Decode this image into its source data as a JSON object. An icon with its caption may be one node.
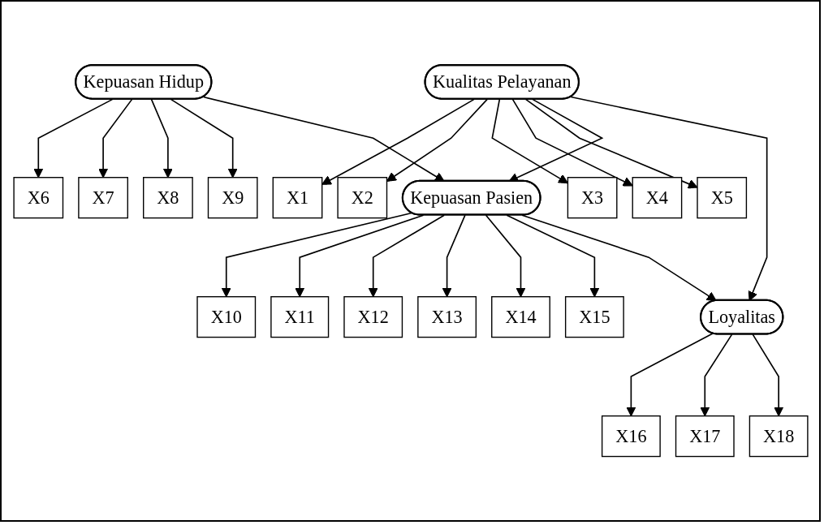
{
  "diagram": {
    "nodes": [
      {
        "text": [
          "X1"
        ]
      },
      {
        "text": [
          "X2"
        ]
      },
      {
        "text": [
          "X3"
        ]
      },
      {
        "text": [
          "X4"
        ]
      },
      {
        "text": [
          "X5"
        ]
      },
      {
        "text": [
          "Kualitas Pelayanan"
        ]
      },
      {
        "text": [
          "X6"
        ]
      },
      {
        "text": [
          "X7"
        ]
      },
      {
        "text": [
          "X8"
        ]
      },
      {
        "text": [
          "X9"
        ]
      },
      {
        "text": [
          "Kepuasan Hidup"
        ]
      },
      {
        "text": [
          "X10"
        ]
      },
      {
        "text": [
          "X11"
        ]
      },
      {
        "text": [
          "X12"
        ]
      },
      {
        "text": [
          "X13"
        ]
      },
      {
        "text": [
          "X14"
        ]
      },
      {
        "text": [
          "X15"
        ]
      },
      {
        "text": [
          "Kepuasan Pasien"
        ]
      },
      {
        "text": [
          "Loyalitas"
        ]
      },
      {
        "text": [
          "X16"
        ]
      },
      {
        "text": [
          "X17"
        ]
      },
      {
        "text": [
          "X18"
        ]
      }
    ],
    "edges": [
      {
        "from": 5,
        "to": 0,
        "arrow": "to"
      },
      {
        "from": 5,
        "to": 1,
        "arrow": "to"
      },
      {
        "from": 5,
        "to": 2,
        "arrow": "to"
      },
      {
        "from": 5,
        "to": 3,
        "arrow": "to"
      },
      {
        "from": 5,
        "to": 4,
        "arrow": "to"
      },
      {
        "from": 10,
        "to": 6,
        "arrow": "to"
      },
      {
        "from": 10,
        "to": 7,
        "arrow": "to"
      },
      {
        "from": 10,
        "to": 8,
        "arrow": "to"
      },
      {
        "from": 10,
        "to": 9,
        "arrow": "to"
      },
      {
        "from": 5,
        "to": 17,
        "arrow": "to"
      },
      {
        "from": 10,
        "to": 17,
        "arrow": "to"
      },
      {
        "from": 5,
        "to": 18,
        "arrow": "to"
      },
      {
        "from": 17,
        "to": 11,
        "arrow": "to"
      },
      {
        "from": 17,
        "to": 12,
        "arrow": "to"
      },
      {
        "from": 17,
        "to": 13,
        "arrow": "to"
      },
      {
        "from": 17,
        "to": 14,
        "arrow": "to"
      },
      {
        "from": 17,
        "to": 15,
        "arrow": "to"
      },
      {
        "from": 17,
        "to": 16,
        "arrow": "to"
      },
      {
        "from": 17,
        "to": 18,
        "arrow": "to"
      },
      {
        "from": 18,
        "to": 19,
        "arrow": "to"
      },
      {
        "from": 18,
        "to": 20,
        "arrow": "to"
      },
      {
        "from": 18,
        "to": 21,
        "arrow": "to"
      }
    ]
  }
}
